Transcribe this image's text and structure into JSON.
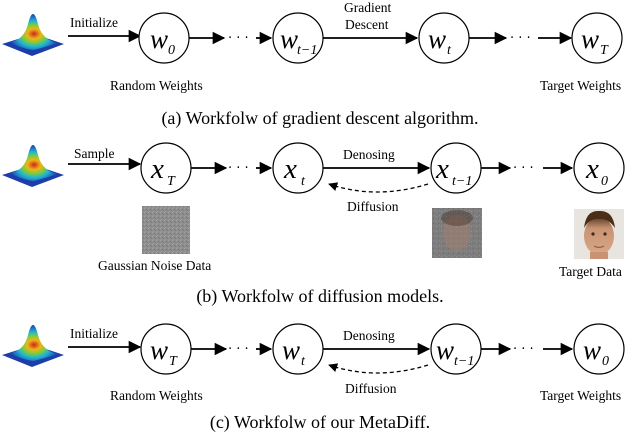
{
  "panel_a": {
    "initialize_label": "Initialize",
    "gradient_descent_label_1": "Gradient",
    "gradient_descent_label_2": "Descent",
    "random_weights_label": "Random Weights",
    "target_weights_label": "Target Weights",
    "caption": "(a) Workfolw of gradient descent algorithm.",
    "nodes": [
      {
        "var": "w",
        "sub": "0"
      },
      {
        "var": "w",
        "sub": "t−1"
      },
      {
        "var": "w",
        "sub": "t"
      },
      {
        "var": "w",
        "sub": "T"
      }
    ]
  },
  "panel_b": {
    "sample_label": "Sample",
    "denosing_label": "Denosing",
    "diffusion_label": "Diffusion",
    "noise_label": "Gaussian Noise Data",
    "target_label": "Target Data",
    "caption": "(b) Workfolw of diffusion models.",
    "nodes": [
      {
        "var": "x",
        "sub": "T"
      },
      {
        "var": "x",
        "sub": "t"
      },
      {
        "var": "x",
        "sub": "t−1"
      },
      {
        "var": "x",
        "sub": "0"
      }
    ]
  },
  "panel_c": {
    "initialize_label": "Initialize",
    "denosing_label": "Denosing",
    "diffusion_label": "Diffusion",
    "random_weights_label": "Random Weights",
    "target_weights_label": "Target Weights",
    "caption": "(c) Workfolw of our MetaDiff.",
    "nodes": [
      {
        "var": "w",
        "sub": "T"
      },
      {
        "var": "w",
        "sub": "t"
      },
      {
        "var": "w",
        "sub": "t−1"
      },
      {
        "var": "w",
        "sub": "0"
      }
    ]
  },
  "dots_glyph": "· · ·"
}
